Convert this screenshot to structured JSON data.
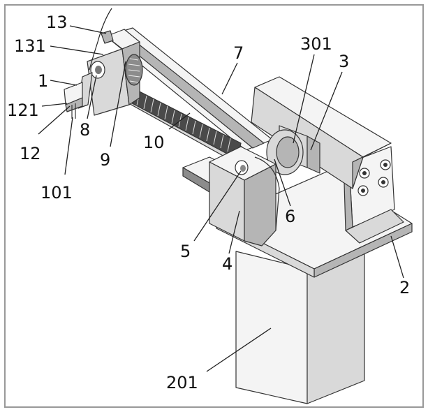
{
  "colors": {
    "frame": "#999999",
    "line": "#222222",
    "face_light": "#f4f4f4",
    "face_mid": "#d9d9d9",
    "face_dark": "#b5b5b5",
    "face_darker": "#8c8c8c",
    "teeth": "#4a4a4a"
  },
  "labels": {
    "l13": "13",
    "l131": "131",
    "l1": "1",
    "l121": "121",
    "l12": "12",
    "l101": "101",
    "l8": "8",
    "l9": "9",
    "l10": "10",
    "l7": "7",
    "l301": "301",
    "l3": "3",
    "l6": "6",
    "l5": "5",
    "l4": "4",
    "l2": "2",
    "l201": "201"
  }
}
